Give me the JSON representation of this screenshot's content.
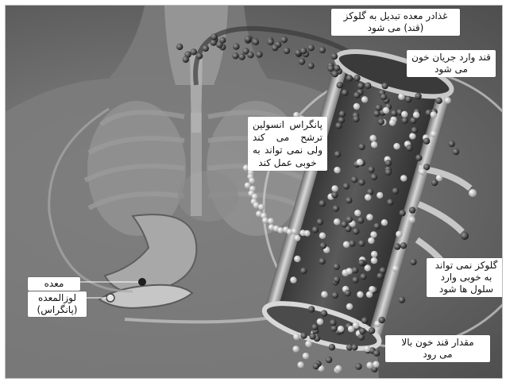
{
  "labels": {
    "food_to_glucose": "غذادر معده تبدیل به گلوکز\n(قند) می شود",
    "sugar_enters_blood": "قند وارد جریان خون\nمی شود",
    "pancreas_insulin": "پانگراس انسولین ترشح می کند ولی نمی تواند به خوبی عمل کند",
    "glucose_cannot_enter": "گلوکز نمی تواند\nبه خوبی وارد\nسلول ها شود",
    "high_blood_sugar": "مقدار قند خون بالا\nمی رود",
    "stomach": "معده",
    "pancreas": "لوزالمعده\n(پانگراس)"
  }
}
